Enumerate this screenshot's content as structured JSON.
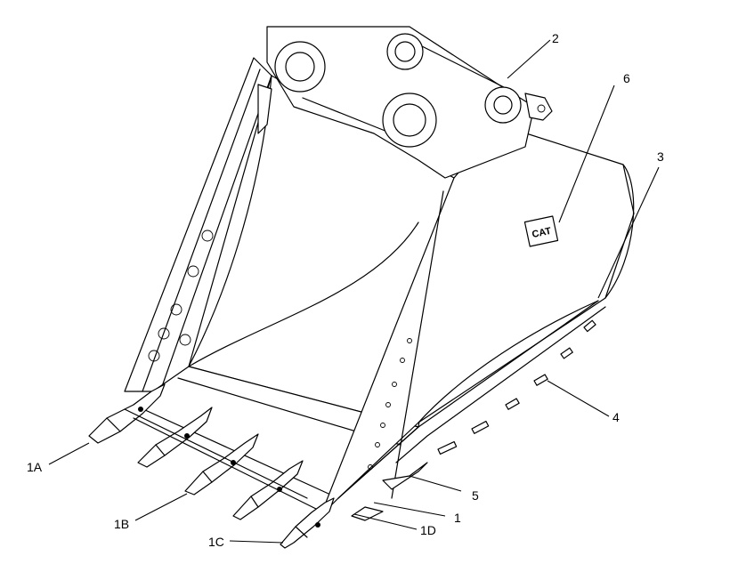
{
  "callouts": [
    {
      "id": "1",
      "text": "1"
    },
    {
      "id": "1A",
      "text": "1A"
    },
    {
      "id": "1B",
      "text": "1B"
    },
    {
      "id": "1C",
      "text": "1C"
    },
    {
      "id": "1D",
      "text": "1D"
    },
    {
      "id": "2",
      "text": "2"
    },
    {
      "id": "3",
      "text": "3"
    },
    {
      "id": "4",
      "text": "4"
    },
    {
      "id": "5",
      "text": "5"
    },
    {
      "id": "6",
      "text": "6"
    }
  ],
  "logo": {
    "text": "CAT"
  }
}
